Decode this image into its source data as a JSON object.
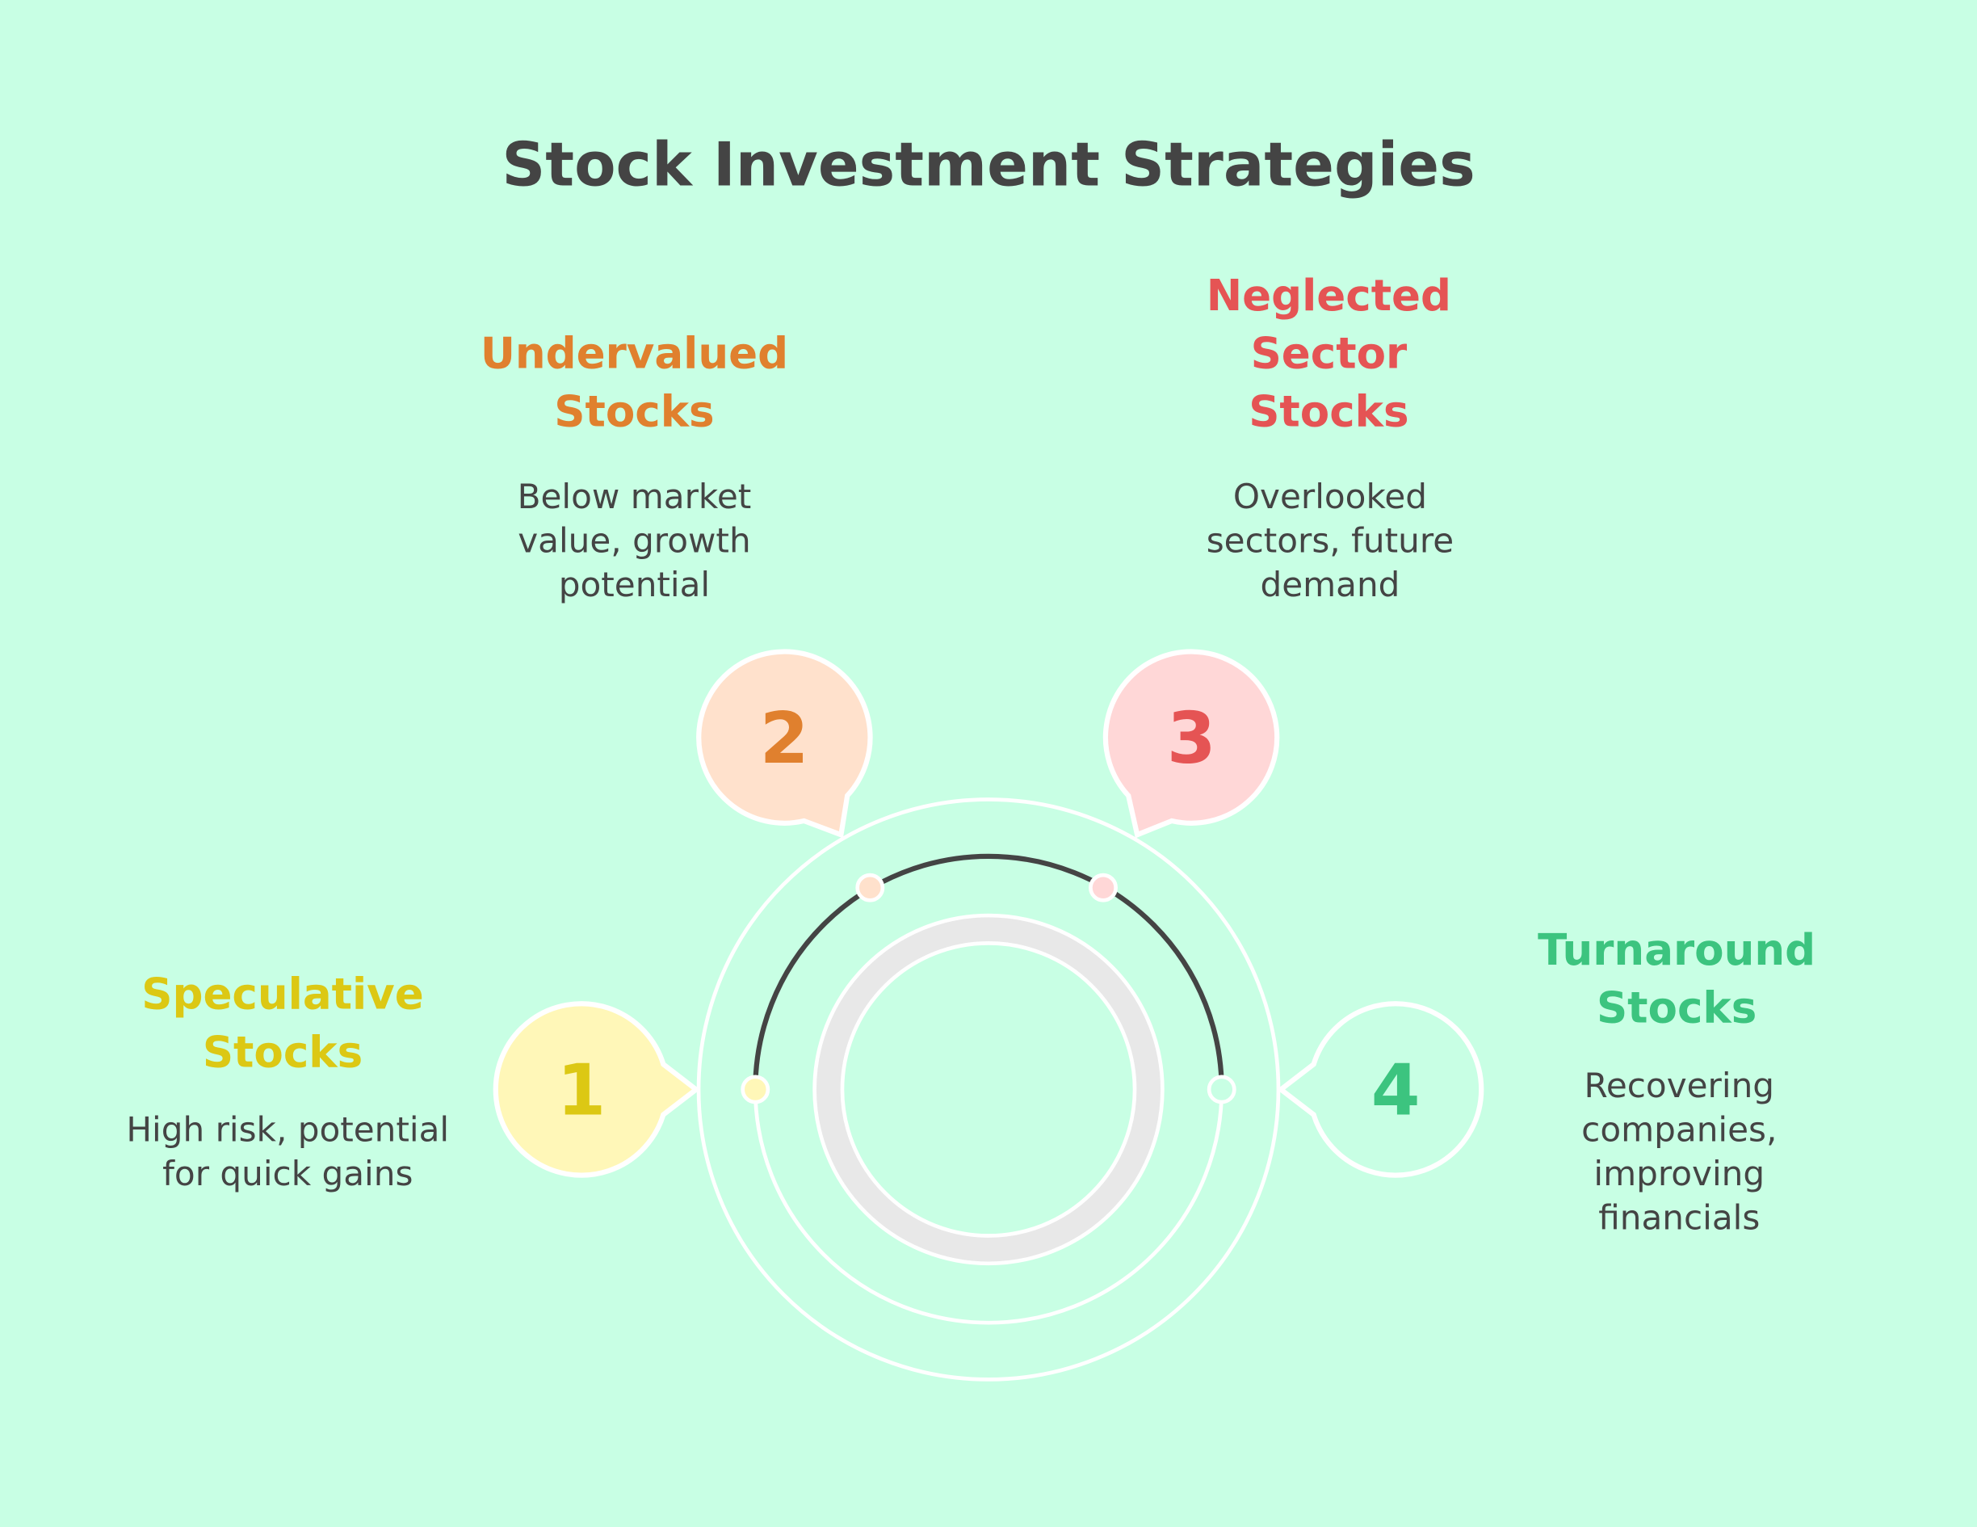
{
  "title": "Stock Investment Strategies",
  "colors": {
    "background": "#c8ffe4",
    "yellow": "#dcc814",
    "orange": "#e0802e",
    "red": "#e55454",
    "green": "#3cc47f"
  },
  "items": [
    {
      "number": "1",
      "title_lines": [
        "Speculative",
        "Stocks"
      ],
      "desc_lines": [
        "High risk, potential",
        "for quick gains"
      ],
      "fill": "#fff7b8",
      "color": "#dcc814"
    },
    {
      "number": "2",
      "title_lines": [
        "Undervalued",
        "Stocks"
      ],
      "desc_lines": [
        "Below market",
        "value, growth",
        "potential"
      ],
      "fill": "#ffe1cc",
      "color": "#e0802e"
    },
    {
      "number": "3",
      "title_lines": [
        "Neglected",
        "Sector",
        "Stocks"
      ],
      "desc_lines": [
        "Overlooked",
        "sectors, future",
        "demand"
      ],
      "fill": "#ffd7d7",
      "color": "#e55454"
    },
    {
      "number": "4",
      "title_lines": [
        "Turnaround",
        "Stocks"
      ],
      "desc_lines": [
        "Recovering",
        "companies,",
        "improving",
        "financials"
      ],
      "fill": "#c8ffe4",
      "color": "#3cc47f"
    }
  ]
}
